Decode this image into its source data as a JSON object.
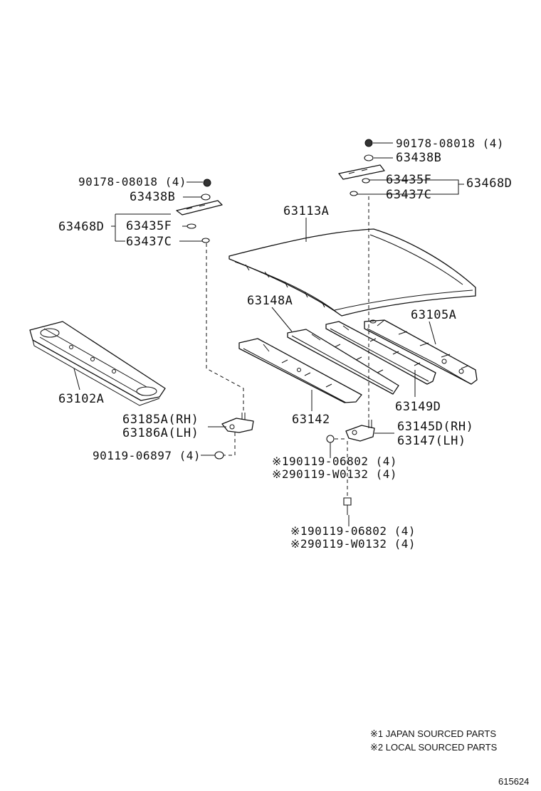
{
  "labels": {
    "roof_panel": "63113A",
    "front_header": "63102A",
    "rear_header": "63105A",
    "bow_a": "63148A",
    "bow_b": "63142",
    "bow_c": "63149D",
    "left_nut": "90178-08018 (4)",
    "left_washer_b": "63438B",
    "left_set": "63468D",
    "left_washer_f": "63435F",
    "left_washer_c": "63437C",
    "right_nut": "90178-08018 (4)",
    "right_washer_b": "63438B",
    "right_washer_f": "63435F",
    "right_set": "63468D",
    "right_washer_c": "63437C",
    "left_bracket_rh": "63185A(RH)",
    "left_bracket_lh": "63186A(LH)",
    "left_bolt": "90119-06897 (4)",
    "right_bracket_rh": "63145D(RH)",
    "right_bracket_lh": "63147(LH)",
    "mid_bolt_1": "※190119-06802 (4)",
    "mid_bolt_2": "※290119-W0132 (4)",
    "low_bolt_1": "※190119-06802 (4)",
    "low_bolt_2": "※290119-W0132 (4)"
  },
  "notes": {
    "note1": "※1 JAPAN SOURCED PARTS",
    "note2": "※2 LOCAL SOURCED PARTS"
  },
  "diagram_id": "615624"
}
